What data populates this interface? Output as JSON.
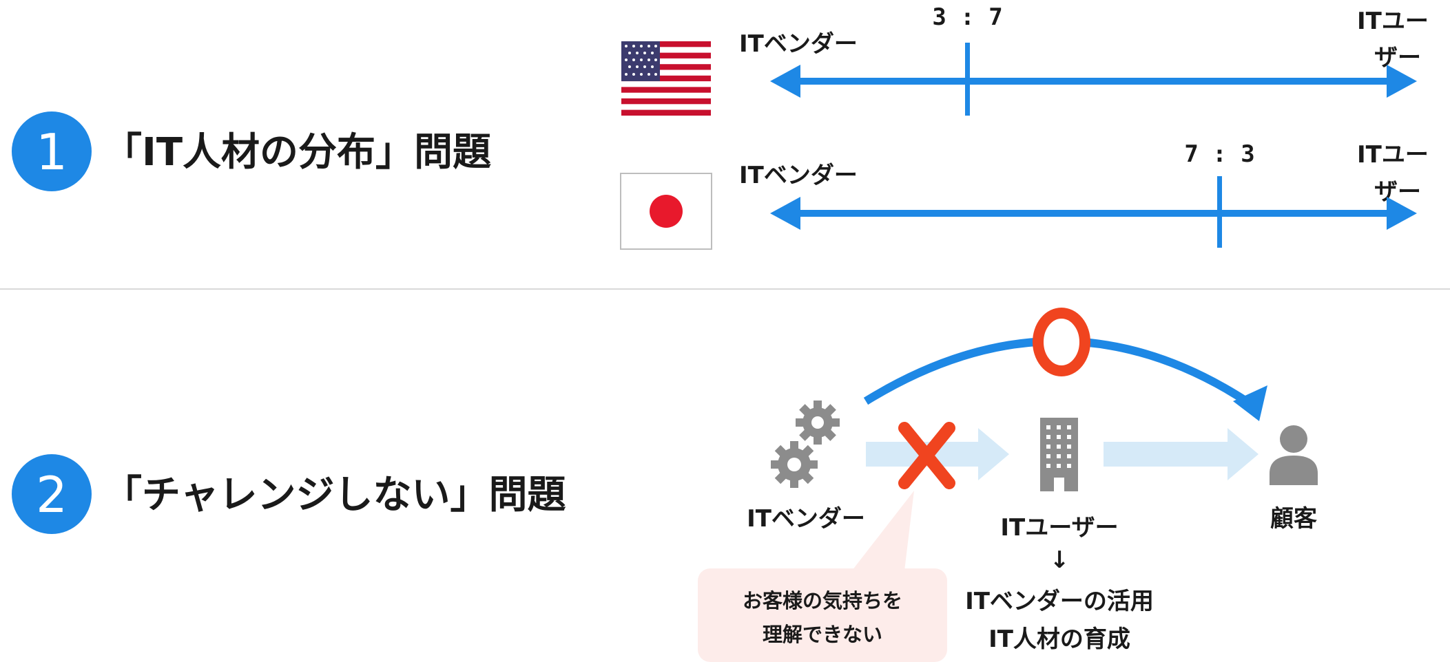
{
  "colors": {
    "accent_blue": "#1e88e5",
    "light_blue": "#d6eaf8",
    "marker_red": "#f0441f",
    "gray": "#8c8c8c",
    "divider": "#d9d9d9",
    "bubble_bg": "#fdecea",
    "flag_red": "#e8192c"
  },
  "section1": {
    "number": "1",
    "title": "「IT人材の分布」問題",
    "us": {
      "flag_icon": "us-flag-icon",
      "left_label": "ITベンダー",
      "right_label_line1": "ITユー",
      "right_label_line2": "ザー",
      "ratio": "3 : 7",
      "vendor_share": 0.3
    },
    "japan": {
      "flag_icon": "japan-flag-icon",
      "left_label": "ITベンダー",
      "right_label_line1": "ITユー",
      "right_label_line2": "ザー",
      "ratio": "7 : 3",
      "vendor_share": 0.7
    }
  },
  "section2": {
    "number": "2",
    "title": "「チャレンジしない」問題",
    "vendor_label": "ITベンダー",
    "user_label": "ITユーザー",
    "arrow_down": "↓",
    "user_sub_line1": "ITベンダーの活用",
    "user_sub_line2": "IT人材の育成",
    "customer_label": "顧客",
    "bubble_line1": "お客様の気持ちを",
    "bubble_line2": "理解できない",
    "icons": {
      "vendor": "gears-icon",
      "user": "building-icon",
      "customer": "person-icon",
      "fail": "cross-mark-icon",
      "success": "circle-mark-icon"
    }
  }
}
